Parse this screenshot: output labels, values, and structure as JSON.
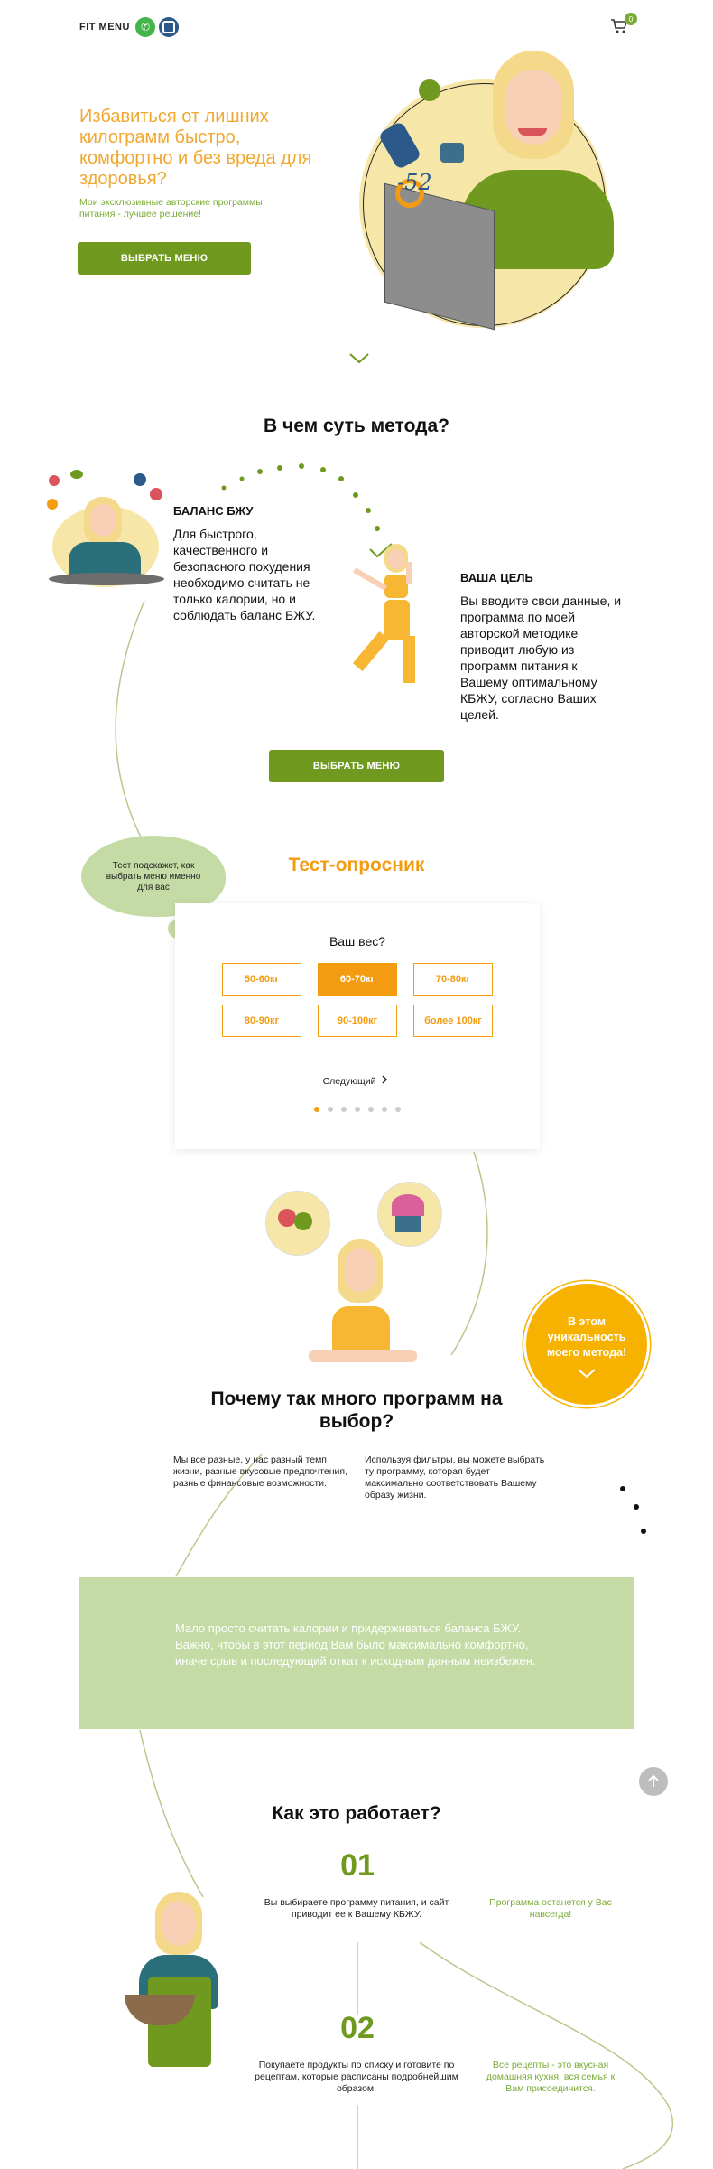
{
  "header": {
    "logo_text": "FIT MENU",
    "cart_count": "0",
    "colors": {
      "whatsapp": "#45b44b",
      "instagram": "#2b5a8a"
    }
  },
  "hero": {
    "title": "Избавиться от лишних килограмм быстро, комфортно и без вреда для здоровья?",
    "subtitle": "Мои эксклюзивные авторские программы питания - лучшее решение!",
    "button_label": "ВЫБРАТЬ МЕНЮ",
    "badge_number": "-52"
  },
  "method": {
    "title": "В чем суть метода?",
    "bzhu": {
      "heading": "БАЛАНС БЖУ",
      "text": "Для быстрого, качественного и безопасного похудения необходимо считать не только калории, но и соблюдать баланс БЖУ."
    },
    "goal": {
      "heading": "ВАША ЦЕЛЬ",
      "text": "Вы вводите свои данные, и программа по моей авторской методике приводит любую из программ питания к Вашему оптимальному КБЖУ, согласно Ваших целей."
    },
    "button_label": "ВЫБРАТЬ МЕНЮ"
  },
  "quiz": {
    "bubble_text": "Тест подскажет, как выбрать меню именно для вас",
    "title": "Тест-опросник",
    "question": "Ваш вес?",
    "options": [
      "50-60кг",
      "60-70кг",
      "70-80кг",
      "80-90кг",
      "90-100кг",
      "более 100кг"
    ],
    "selected_index": 1,
    "next_label": "Следующий",
    "progress_total": 7,
    "progress_current": 1,
    "accent_color": "#f39c12"
  },
  "why": {
    "badge_text": "В этом уникальность моего метода!",
    "title": "Почему так много программ на выбор?",
    "col1": "Мы все разные, у нас разный темп жизни, разные вкусовые предпочтения, разные финансовые возможности.",
    "col2": "Используя фильтры, вы можете выбрать ту программу, которая будет максимально соответствовать Вашему образу жизни.",
    "banner_text": "Мало просто считать калории и придерживаться баланса БЖУ. Важно, чтобы в этот период Вам было максимально комфортно, иначе срыв и последующий откат к исходным данным неизбежен.",
    "banner_color": "#c5dba6"
  },
  "how": {
    "title": "Как это работает?",
    "steps": [
      {
        "num": "01",
        "text": "Вы выбираете программу питания, и сайт приводит ее к Вашему КБЖУ.",
        "note": "Программа останется у Вас навсегда!"
      },
      {
        "num": "02",
        "text": "Покупаете продукты по списку и готовите по рецептам, которые расписаны подробнейшим образом.",
        "note": "Все рецепты - это вкусная домашняя кухня, вся семья к Вам присоединится."
      }
    ]
  }
}
